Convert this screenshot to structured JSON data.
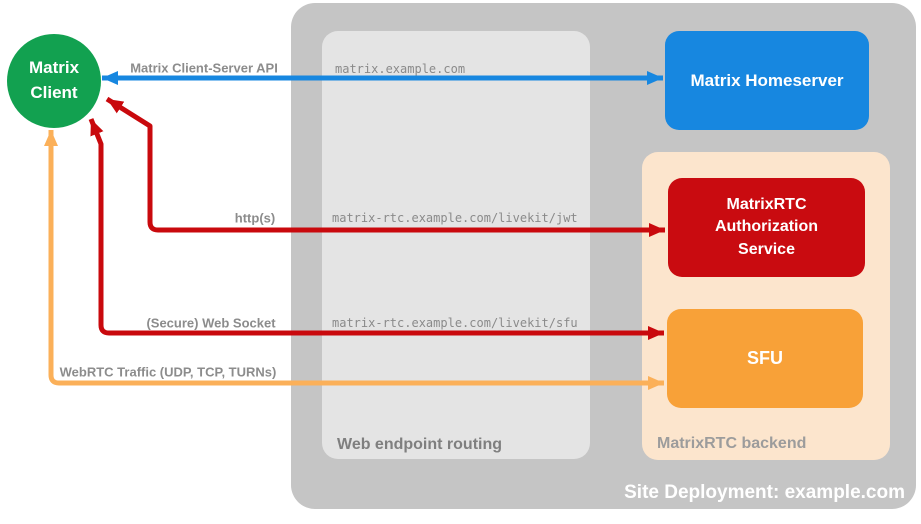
{
  "colors": {
    "bg": "#ffffff",
    "container": "#c5c5c5",
    "routing-box": "#e4e4e4",
    "backend-box": "#fce5cd",
    "homeserver": "#1787e0",
    "auth": "#c90b10",
    "sfu": "#f8a138",
    "client": "#12a150",
    "arrow-blue": "#1787e0",
    "arrow-red": "#c9090d",
    "arrow-orange": "#fbb059",
    "label-gray": "#8c8c8c",
    "mono-gray": "#8a8a8a",
    "routing-label": "#7f7f7f",
    "backend-label": "#9c9c9c",
    "site-label": "#ffffff",
    "node-text": "#ffffff"
  },
  "nodes": {
    "client": {
      "lines": [
        "Matrix",
        "Client"
      ]
    },
    "homeserver": {
      "label": "Matrix Homeserver"
    },
    "auth_service": {
      "lines": [
        "MatrixRTC",
        "Authorization",
        "Service"
      ]
    },
    "sfu": {
      "label": "SFU"
    }
  },
  "containers": {
    "site": {
      "label": "Site Deployment: example.com"
    },
    "routing": {
      "label": "Web endpoint routing"
    },
    "backend": {
      "label": "MatrixRTC backend"
    }
  },
  "edges": {
    "client_server_api": {
      "label": "Matrix Client-Server API",
      "route": "matrix.example.com",
      "direction": "bidirectional"
    },
    "http": {
      "label": "http(s)",
      "route": "matrix-rtc.example.com/livekit/jwt",
      "direction": "bidirectional"
    },
    "websocket": {
      "label": "(Secure) Web Socket",
      "route": "matrix-rtc.example.com/livekit/sfu",
      "direction": "bidirectional"
    },
    "webrtc": {
      "label": "WebRTC Traffic (UDP, TCP, TURNs)",
      "direction": "bidirectional"
    }
  }
}
